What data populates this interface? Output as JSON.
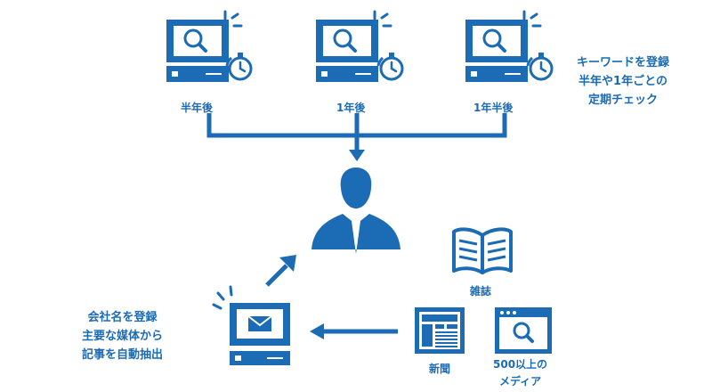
{
  "colors": {
    "primary": "#1b6bb5"
  },
  "monitors": [
    {
      "label": "半年後",
      "icons": [
        "monitor-search-icon",
        "stopwatch-icon"
      ]
    },
    {
      "label": "1年後",
      "icons": [
        "monitor-search-icon",
        "stopwatch-icon"
      ]
    },
    {
      "label": "1年半後",
      "icons": [
        "monitor-search-icon",
        "stopwatch-icon"
      ]
    }
  ],
  "keyword_note": [
    "キーワードを登録",
    "半年や1年ごとの",
    "定期チェック"
  ],
  "center_person": {
    "icon": "businessman-icon"
  },
  "registration_note": [
    "会社名を登録",
    "主要な媒体から",
    "記事を自動抽出"
  ],
  "mail_computer": {
    "icon": "mail-computer-icon"
  },
  "sources": [
    {
      "label": "雑誌",
      "icon": "magazine-icon"
    },
    {
      "label": "新聞",
      "icon": "newspaper-icon"
    },
    {
      "label_lines": [
        "500以上の",
        "メディア"
      ],
      "icon": "web-media-icon"
    }
  ]
}
